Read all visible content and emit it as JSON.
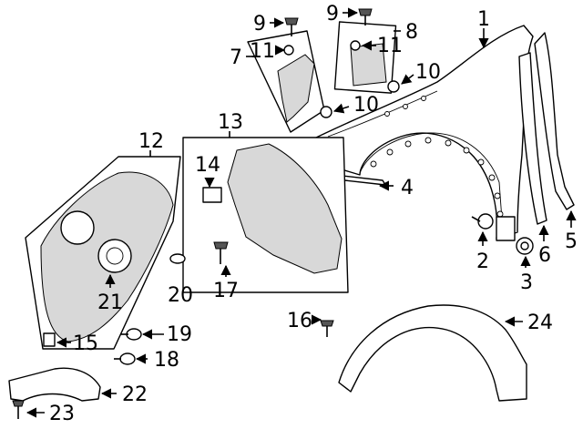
{
  "callouts": [
    {
      "id": "1",
      "text": "1"
    },
    {
      "id": "2",
      "text": "2"
    },
    {
      "id": "3",
      "text": "3"
    },
    {
      "id": "4",
      "text": "4"
    },
    {
      "id": "5",
      "text": "5"
    },
    {
      "id": "6",
      "text": "6"
    },
    {
      "id": "7",
      "text": "7"
    },
    {
      "id": "8",
      "text": "8"
    },
    {
      "id": "9a",
      "text": "9"
    },
    {
      "id": "9b",
      "text": "9"
    },
    {
      "id": "10a",
      "text": "10"
    },
    {
      "id": "10b",
      "text": "10"
    },
    {
      "id": "11a",
      "text": "11"
    },
    {
      "id": "11b",
      "text": "11"
    },
    {
      "id": "12",
      "text": "12"
    },
    {
      "id": "13",
      "text": "13"
    },
    {
      "id": "14",
      "text": "14"
    },
    {
      "id": "15",
      "text": "15"
    },
    {
      "id": "16",
      "text": "16"
    },
    {
      "id": "17",
      "text": "17"
    },
    {
      "id": "18",
      "text": "18"
    },
    {
      "id": "19",
      "text": "19"
    },
    {
      "id": "20",
      "text": "20"
    },
    {
      "id": "21",
      "text": "21"
    },
    {
      "id": "22",
      "text": "22"
    },
    {
      "id": "23",
      "text": "23"
    },
    {
      "id": "24",
      "text": "24"
    }
  ]
}
